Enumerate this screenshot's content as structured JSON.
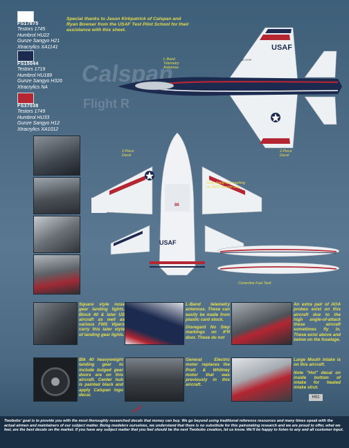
{
  "header": {
    "thanks": "Special thanks to Jason Kirkpatrick of Calspan and Ryan Bowser from the USAF Test Pilot School for their assistance with this sheet."
  },
  "background": {
    "calspan_text": "Calspan",
    "flight_text": "Flight R"
  },
  "colors": [
    {
      "hex": "#ffffff",
      "fs": "FS17875",
      "lines": [
        "Testors 1745",
        "Humbrol HU22",
        "Gunze Sangyo H21",
        "Xtracrylics XA1141"
      ]
    },
    {
      "hex": "#1d2a4f",
      "fs": "FS15044",
      "lines": [
        "Testors 1719",
        "Humbrol HU189",
        "Gunze Sangyo H326",
        "Xtracrylics NA"
      ]
    },
    {
      "hex": "#b32632",
      "fs": "FS37038",
      "lines": [
        "Testors 1749",
        "Humbrol HU33",
        "Gunze Sangyo H12",
        "Xtracrylics XA1012"
      ]
    }
  ],
  "aircraft_notes": {
    "lband": "L-Band Telemetry Antennas",
    "piece_decal_left": "2-Piece Decal",
    "piece_decal_right": "2-Piece Decal",
    "note": "Note: Apply this marking on 2000 Version only",
    "fuel_tank": "Centerline Fuel Tank",
    "no_step": "NO STEP",
    "usaf": "USAF",
    "tail_number": "86"
  },
  "captions": {
    "nose_gear": "Square style nose gear landing lights. Block 40 & later US aircraft as well as various FMS Vipers carry this later style of landing gear lights.",
    "lband_p1": "L-Band telemetry antennas. These can easily be made from plastic card stock.",
    "lband_p2": "Disregard No Step markings on IFR door. These do not",
    "aoa": "An extra pair of AOA probes exist on this aircraft due to the high angle-of-attack these aircraft sometimes fly in. These exist above and below on the fuselage.",
    "blk40": "Blk 40 heavyweight landing gear to include bulged gear doors are on this aircraft. Center hub is painted black and apply Calspan logo decal.",
    "ge_motor": "General Electric motor replaces the Pratt & Whitney motor that was previously in this aircraft.",
    "intake_p1": "Large Mouth intake is on this aircraft.",
    "intake_p2": "Note \"Hot\" decal on inside bottom of intake for heated intake strut."
  },
  "h01_label": "H01",
  "footer": {
    "text": "Twobobs' goal is to provide you with the most thoroughly researched decals that money can buy. We go beyond using traditional reference resources and many times speak with the actual airmen and maintainers of our subject matter. Being modelers ourselves, we understand that there is no substitute for this painstaking research and we are proud to offer, what we feel, are the best decals on the market. If you have any subject matter that you feel should be the next Twobobs creation, let us know. We'll be happy to listen to any and all customer input."
  }
}
